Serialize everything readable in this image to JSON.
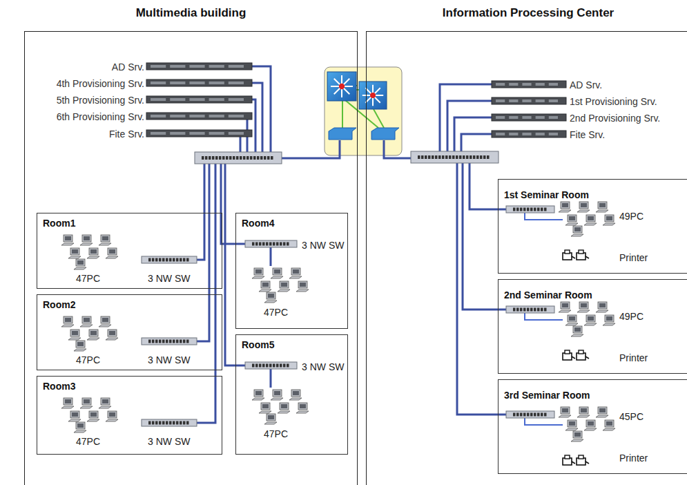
{
  "diagram": {
    "nodes": [
      {
        "text": [
          "Multimedia building"
        ]
      },
      {
        "text": [
          "AD Srv."
        ],
        "in": 0
      },
      {
        "text": [
          "4th Provisioning Srv."
        ],
        "in": 0
      },
      {
        "text": [
          "5th Provisioning Srv."
        ],
        "in": 0
      },
      {
        "text": [
          "6th Provisioning Srv."
        ],
        "in": 0
      },
      {
        "text": [
          "Fite Srv."
        ],
        "in": 0
      },
      {
        "text": [
          "Room1",
          "47PC",
          "3 NW SW"
        ],
        "in": 0
      },
      {
        "text": [
          "Room2",
          "47PC",
          "3 NW SW"
        ],
        "in": 0
      },
      {
        "text": [
          "Room3",
          "47PC",
          "3 NW SW"
        ],
        "in": 0
      },
      {
        "text": [
          "Room4",
          "3 NW SW",
          "47PC"
        ],
        "in": 0
      },
      {
        "text": [
          "Room5",
          "3 NW SW",
          "47PC"
        ],
        "in": 0
      },
      {
        "text": [
          "Information Processing Center"
        ]
      },
      {
        "text": [
          "AD Srv."
        ],
        "in": 11
      },
      {
        "text": [
          "1st Provisioning Srv."
        ],
        "in": 11
      },
      {
        "text": [
          "2nd Provisioning Srv."
        ],
        "in": 11
      },
      {
        "text": [
          "Fite Srv."
        ],
        "in": 11
      },
      {
        "text": [
          "1st Seminar Room",
          "49PC",
          "Printer"
        ],
        "in": 11
      },
      {
        "text": [
          "2nd Seminar Room",
          "49PC",
          "Printer"
        ],
        "in": 11
      },
      {
        "text": [
          "3rd Seminar Room",
          "45PC",
          "Printer"
        ],
        "in": 11
      }
    ]
  }
}
